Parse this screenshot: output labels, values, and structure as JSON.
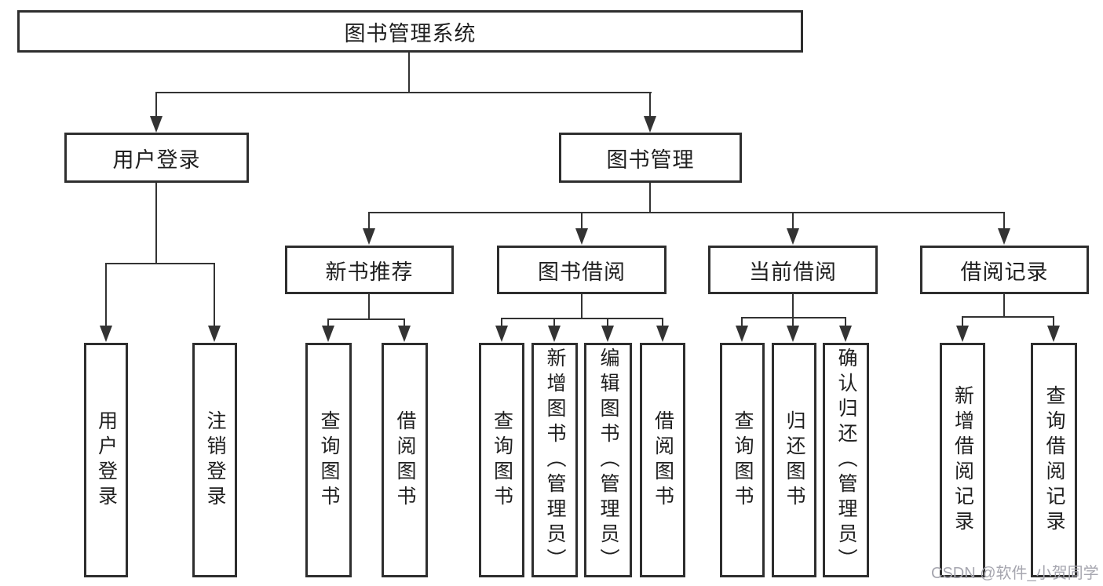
{
  "colors": {
    "line": "#333333",
    "box_border": "#2e2e2e",
    "box_fill": "#ffffff",
    "text": "#1f1f1f",
    "watermark": "#a6a6af",
    "background": "#ffffff"
  },
  "watermark": {
    "text": "CSDN @软件_小贺同学"
  },
  "tree": {
    "root": {
      "label": "图书管理系统"
    },
    "level2": [
      {
        "label": "用户登录"
      },
      {
        "label": "图书管理"
      }
    ],
    "level3": [
      {
        "label": "新书推荐"
      },
      {
        "label": "图书借阅"
      },
      {
        "label": "当前借阅"
      },
      {
        "label": "借阅记录"
      }
    ],
    "leaves": {
      "user_login": [
        "用户登录",
        "注销登录"
      ],
      "new_book": [
        "查询图书",
        "借阅图书"
      ],
      "book_borrow": [
        "查询图书",
        "新增图书（管理员）",
        "编辑图书（管理员）",
        "借阅图书"
      ],
      "current_borrow": [
        "查询图书",
        "归还图书",
        "确认归还（管理员）"
      ],
      "borrow_record": [
        "新增借阅记录",
        "查询借阅记录"
      ]
    }
  }
}
